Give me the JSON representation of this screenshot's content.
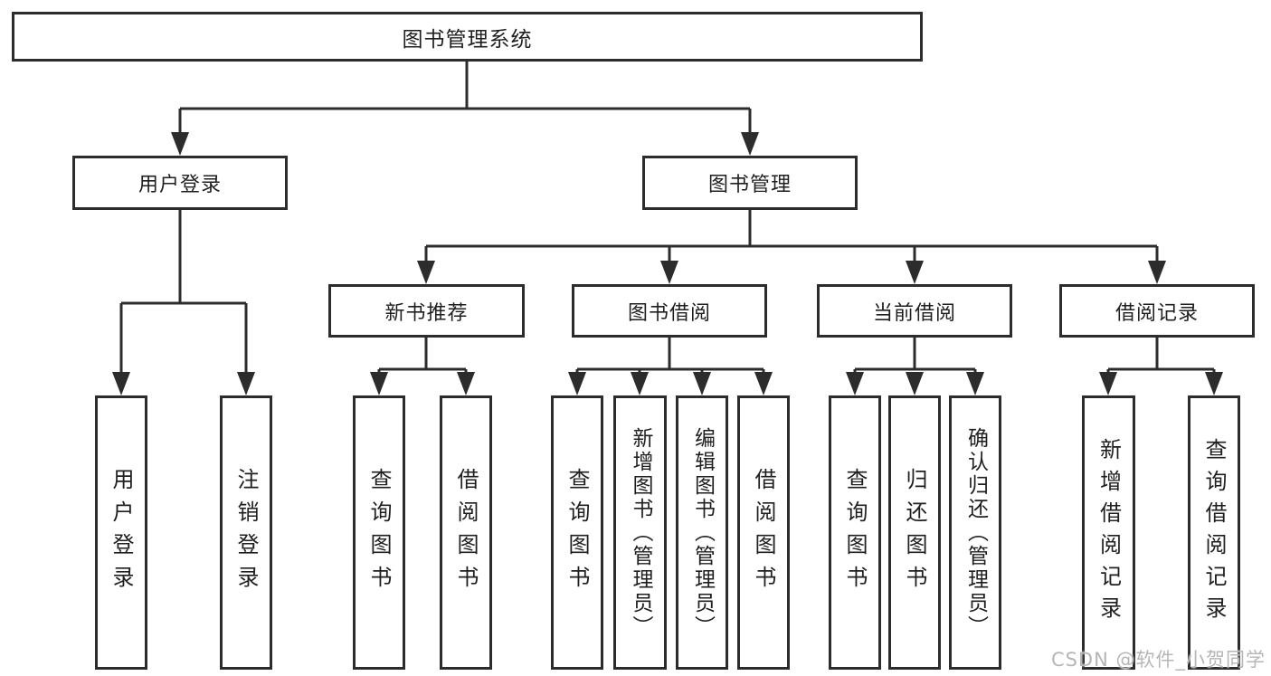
{
  "root": {
    "label": "图书管理系统"
  },
  "nodes": {
    "userLogin": {
      "label": "用户登录"
    },
    "bookManagement": {
      "label": "图书管理"
    },
    "newBookRecommend": {
      "label": "新书推荐"
    },
    "bookBorrowing": {
      "label": "图书借阅"
    },
    "currentBorrowing": {
      "label": "当前借阅"
    },
    "borrowRecords": {
      "label": "借阅记录"
    }
  },
  "leaves": {
    "userLogin": [
      "用户登录",
      "注销登录"
    ],
    "newBookRecommend": [
      "查询图书",
      "借阅图书"
    ],
    "bookBorrowing": [
      "查询图书",
      "新增图书（管理员）",
      "编辑图书（管理员）",
      "借阅图书"
    ],
    "currentBorrowing": [
      "查询图书",
      "归还图书",
      "确认归还（管理员）"
    ],
    "borrowRecords": [
      "新增借阅记录",
      "查询借阅记录"
    ]
  },
  "watermark": {
    "text": "CSDN @软件_小贺同学"
  },
  "colors": {
    "line": "#2c2c2c",
    "text": "#1f1f1f",
    "background": "#ffffff",
    "watermark": "#b6b6b6"
  }
}
